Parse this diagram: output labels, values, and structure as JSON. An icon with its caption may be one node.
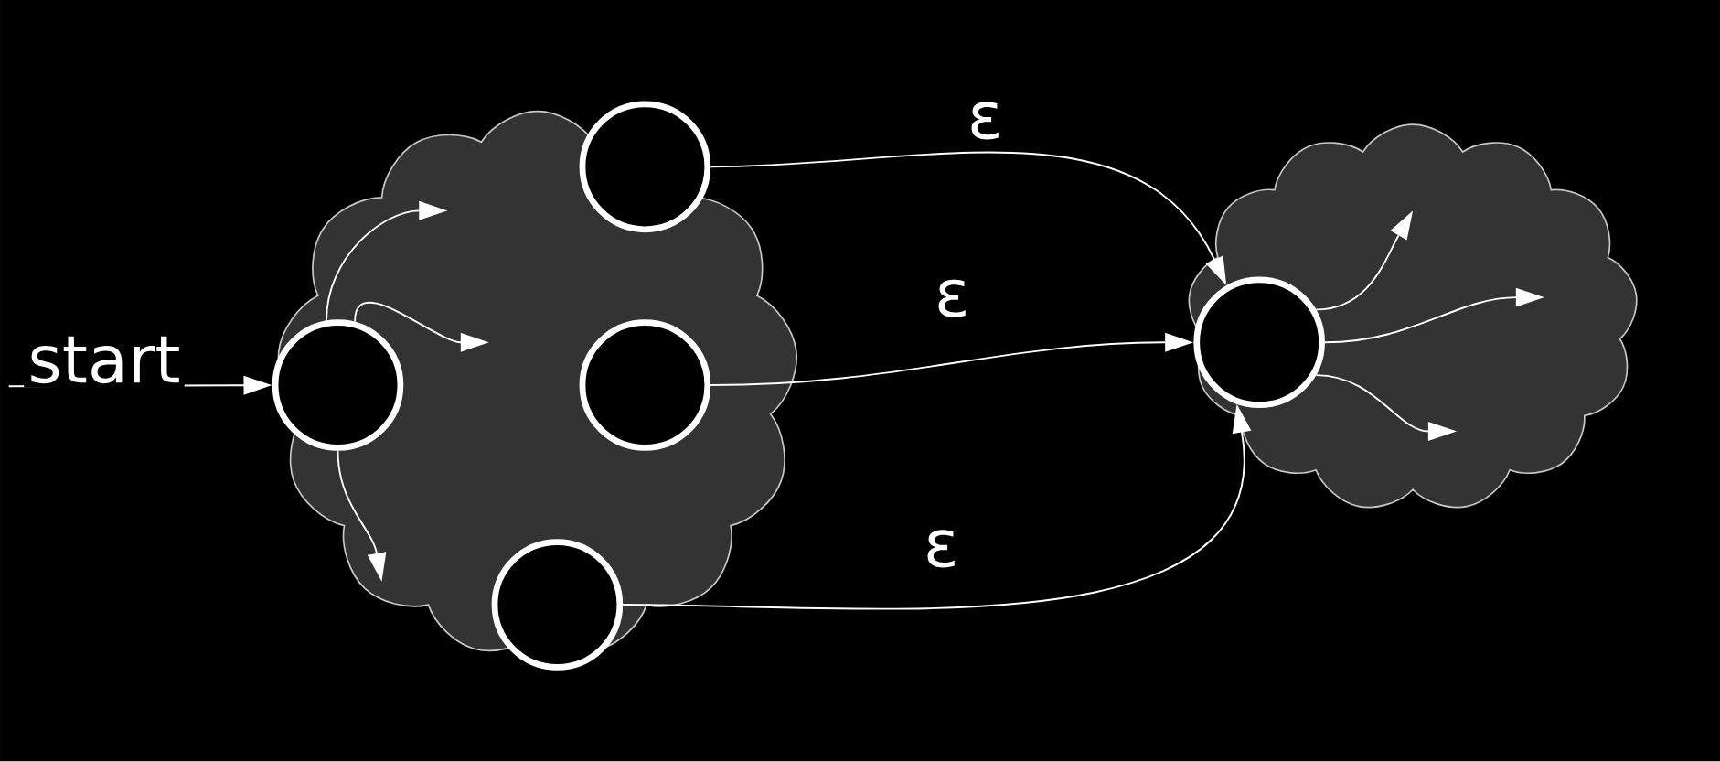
{
  "diagram": {
    "nodes": [
      {
        "text": [],
        "shape": "cloud"
      },
      {
        "text": [],
        "shape": "circle",
        "in": 0
      },
      {
        "text": [],
        "shape": "circle",
        "in": 0
      },
      {
        "text": [],
        "shape": "circle",
        "in": 0
      },
      {
        "text": [],
        "shape": "circle",
        "in": 0
      },
      {
        "text": [],
        "shape": "cloud"
      },
      {
        "text": [],
        "shape": "circle",
        "in": 5
      }
    ],
    "edges": [
      {
        "from": null,
        "to": 1,
        "arrow": "to",
        "label": "start"
      },
      {
        "from": 1,
        "to": null,
        "arrow": "to"
      },
      {
        "from": 1,
        "to": null,
        "arrow": "to"
      },
      {
        "from": 1,
        "to": null,
        "arrow": "to"
      },
      {
        "from": 2,
        "to": 6,
        "arrow": "to",
        "label": "ε"
      },
      {
        "from": 3,
        "to": 6,
        "arrow": "to",
        "label": "ε"
      },
      {
        "from": 4,
        "to": 6,
        "arrow": "to",
        "label": "ε"
      },
      {
        "from": 6,
        "to": null,
        "arrow": "to"
      },
      {
        "from": 6,
        "to": null,
        "arrow": "to"
      },
      {
        "from": 6,
        "to": null,
        "arrow": "to"
      }
    ]
  }
}
